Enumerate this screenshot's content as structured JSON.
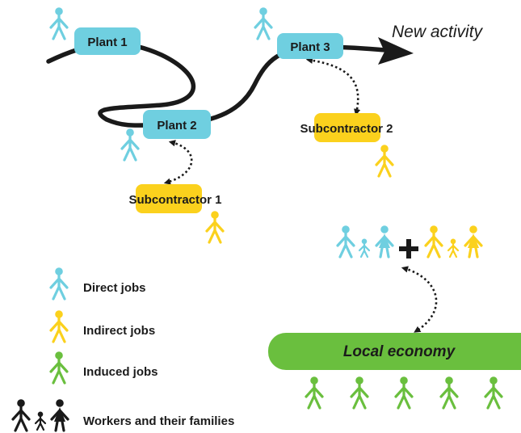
{
  "colors": {
    "direct": "#6fcfe0",
    "indirect": "#fbd11d",
    "induced": "#6abf3e",
    "family": "#1a1a1a",
    "path": "#1a1a1a"
  },
  "nodes": {
    "plant1": "Plant 1",
    "plant2": "Plant 2",
    "plant3": "Plant 3",
    "sub1": "Subcontractor 1",
    "sub2": "Subcontractor 2"
  },
  "new_activity": "New activity",
  "local_economy": "Local economy",
  "legend": {
    "direct": "Direct jobs",
    "indirect": "Indirect jobs",
    "induced": "Induced jobs",
    "families": "Workers and their families"
  },
  "icons": {
    "person": "person-icon",
    "woman": "woman-icon",
    "child": "child-icon",
    "plus": "plus-icon"
  }
}
